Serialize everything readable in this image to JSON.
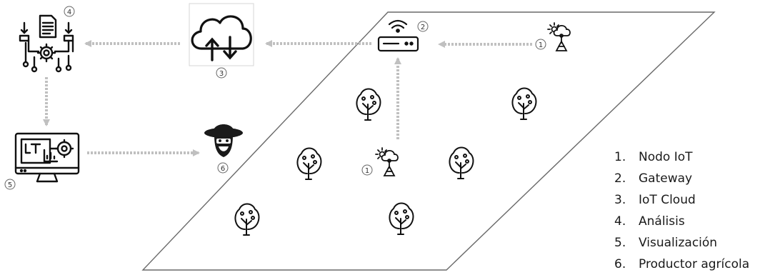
{
  "badges": {
    "analysis": "4",
    "cloud": "3",
    "gateway": "2",
    "node_top": "1",
    "node_center": "1",
    "visualization": "5",
    "farmer": "6"
  },
  "legend": [
    {
      "num": "1.",
      "label": "Nodo IoT"
    },
    {
      "num": "2.",
      "label": "Gateway"
    },
    {
      "num": "3.",
      "label": "IoT Cloud"
    },
    {
      "num": "4.",
      "label": "Análisis"
    },
    {
      "num": "5.",
      "label": "Visualización"
    },
    {
      "num": "6.",
      "label": "Productor agrícola"
    }
  ],
  "colors": {
    "arrow": "#c0c0c0",
    "icon_stroke": "#111111",
    "field_border": "#6a6a6a"
  },
  "icons": [
    "analysis-icon",
    "cloud-upload-download-icon",
    "router-icon",
    "iot-sensor-icon",
    "tree-icon",
    "monitor-dashboard-icon",
    "farmer-icon"
  ]
}
